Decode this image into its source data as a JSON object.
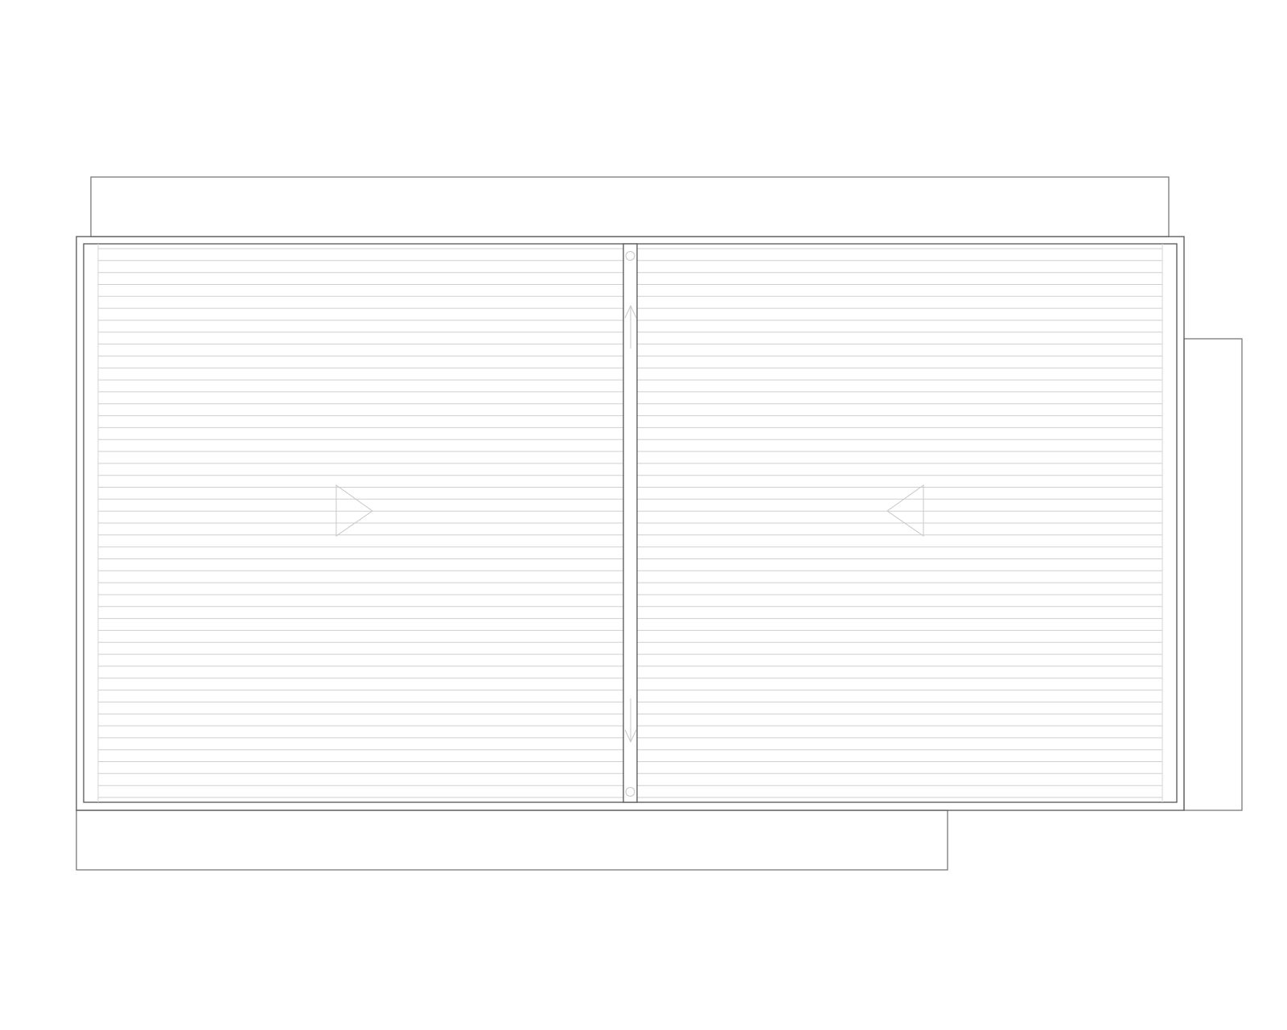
{
  "drawing": {
    "type": "double-panel sliding gate elevation",
    "panels": [
      {
        "name": "left-panel",
        "direction": "right"
      },
      {
        "name": "right-panel",
        "direction": "left"
      }
    ],
    "center_post": {
      "arrows": [
        "up",
        "down"
      ],
      "pins": 2
    },
    "slat_count": 47,
    "colors": {
      "outline": "#6f6f6f",
      "frame": "#555555",
      "slat": "#cfcfcf",
      "marks": "#c8c8c8",
      "background": "#ffffff"
    }
  }
}
